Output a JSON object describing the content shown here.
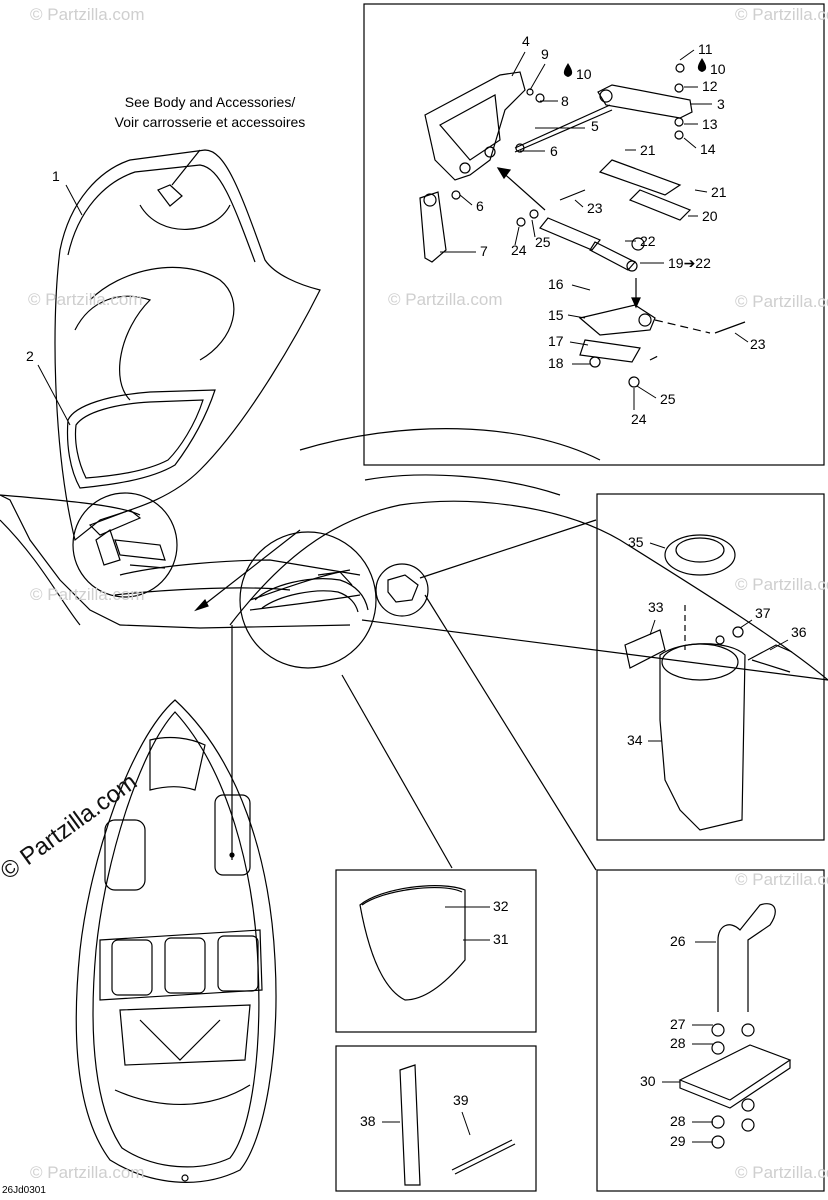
{
  "note": {
    "line1": "See Body and Accessories/",
    "line2": "Voir carrosserie et accessoires"
  },
  "drawing_code": "26Jd0301",
  "watermark": "© Partzilla.com",
  "callouts": [
    {
      "id": "c1",
      "label": "1"
    },
    {
      "id": "c2",
      "label": "2"
    },
    {
      "id": "c3",
      "label": "3"
    },
    {
      "id": "c4",
      "label": "4"
    },
    {
      "id": "c5",
      "label": "5"
    },
    {
      "id": "c6a",
      "label": "6"
    },
    {
      "id": "c6b",
      "label": "6"
    },
    {
      "id": "c7",
      "label": "7"
    },
    {
      "id": "c8",
      "label": "8"
    },
    {
      "id": "c9",
      "label": "9"
    },
    {
      "id": "c10a",
      "label": "10"
    },
    {
      "id": "c10b",
      "label": "10"
    },
    {
      "id": "c11",
      "label": "11"
    },
    {
      "id": "c12",
      "label": "12"
    },
    {
      "id": "c13",
      "label": "13"
    },
    {
      "id": "c14",
      "label": "14"
    },
    {
      "id": "c15",
      "label": "15"
    },
    {
      "id": "c16",
      "label": "16"
    },
    {
      "id": "c17",
      "label": "17"
    },
    {
      "id": "c18",
      "label": "18"
    },
    {
      "id": "c19",
      "label": "19➔22"
    },
    {
      "id": "c20",
      "label": "20"
    },
    {
      "id": "c21a",
      "label": "21"
    },
    {
      "id": "c21b",
      "label": "21"
    },
    {
      "id": "c22",
      "label": "22"
    },
    {
      "id": "c23a",
      "label": "23"
    },
    {
      "id": "c23b",
      "label": "23"
    },
    {
      "id": "c24a",
      "label": "24"
    },
    {
      "id": "c24b",
      "label": "24"
    },
    {
      "id": "c25a",
      "label": "25"
    },
    {
      "id": "c25b",
      "label": "25"
    },
    {
      "id": "c26",
      "label": "26"
    },
    {
      "id": "c27",
      "label": "27"
    },
    {
      "id": "c28a",
      "label": "28"
    },
    {
      "id": "c28b",
      "label": "28"
    },
    {
      "id": "c29",
      "label": "29"
    },
    {
      "id": "c30",
      "label": "30"
    },
    {
      "id": "c31",
      "label": "31"
    },
    {
      "id": "c32",
      "label": "32"
    },
    {
      "id": "c33",
      "label": "33"
    },
    {
      "id": "c34",
      "label": "34"
    },
    {
      "id": "c35",
      "label": "35"
    },
    {
      "id": "c36",
      "label": "36"
    },
    {
      "id": "c37",
      "label": "37"
    },
    {
      "id": "c38",
      "label": "38"
    },
    {
      "id": "c39",
      "label": "39"
    }
  ]
}
